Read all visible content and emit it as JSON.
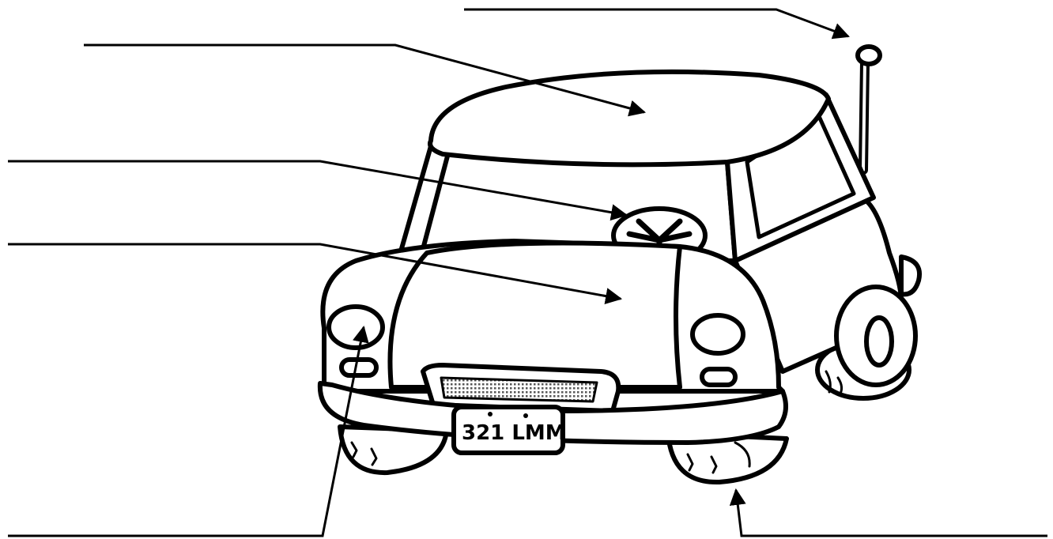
{
  "diagram": {
    "subject": "car",
    "license_plate": "321 LMM",
    "label_lines": [
      {
        "id": "antenna"
      },
      {
        "id": "roof"
      },
      {
        "id": "steering-wheel"
      },
      {
        "id": "hood"
      },
      {
        "id": "headlight"
      },
      {
        "id": "wheel"
      }
    ]
  }
}
